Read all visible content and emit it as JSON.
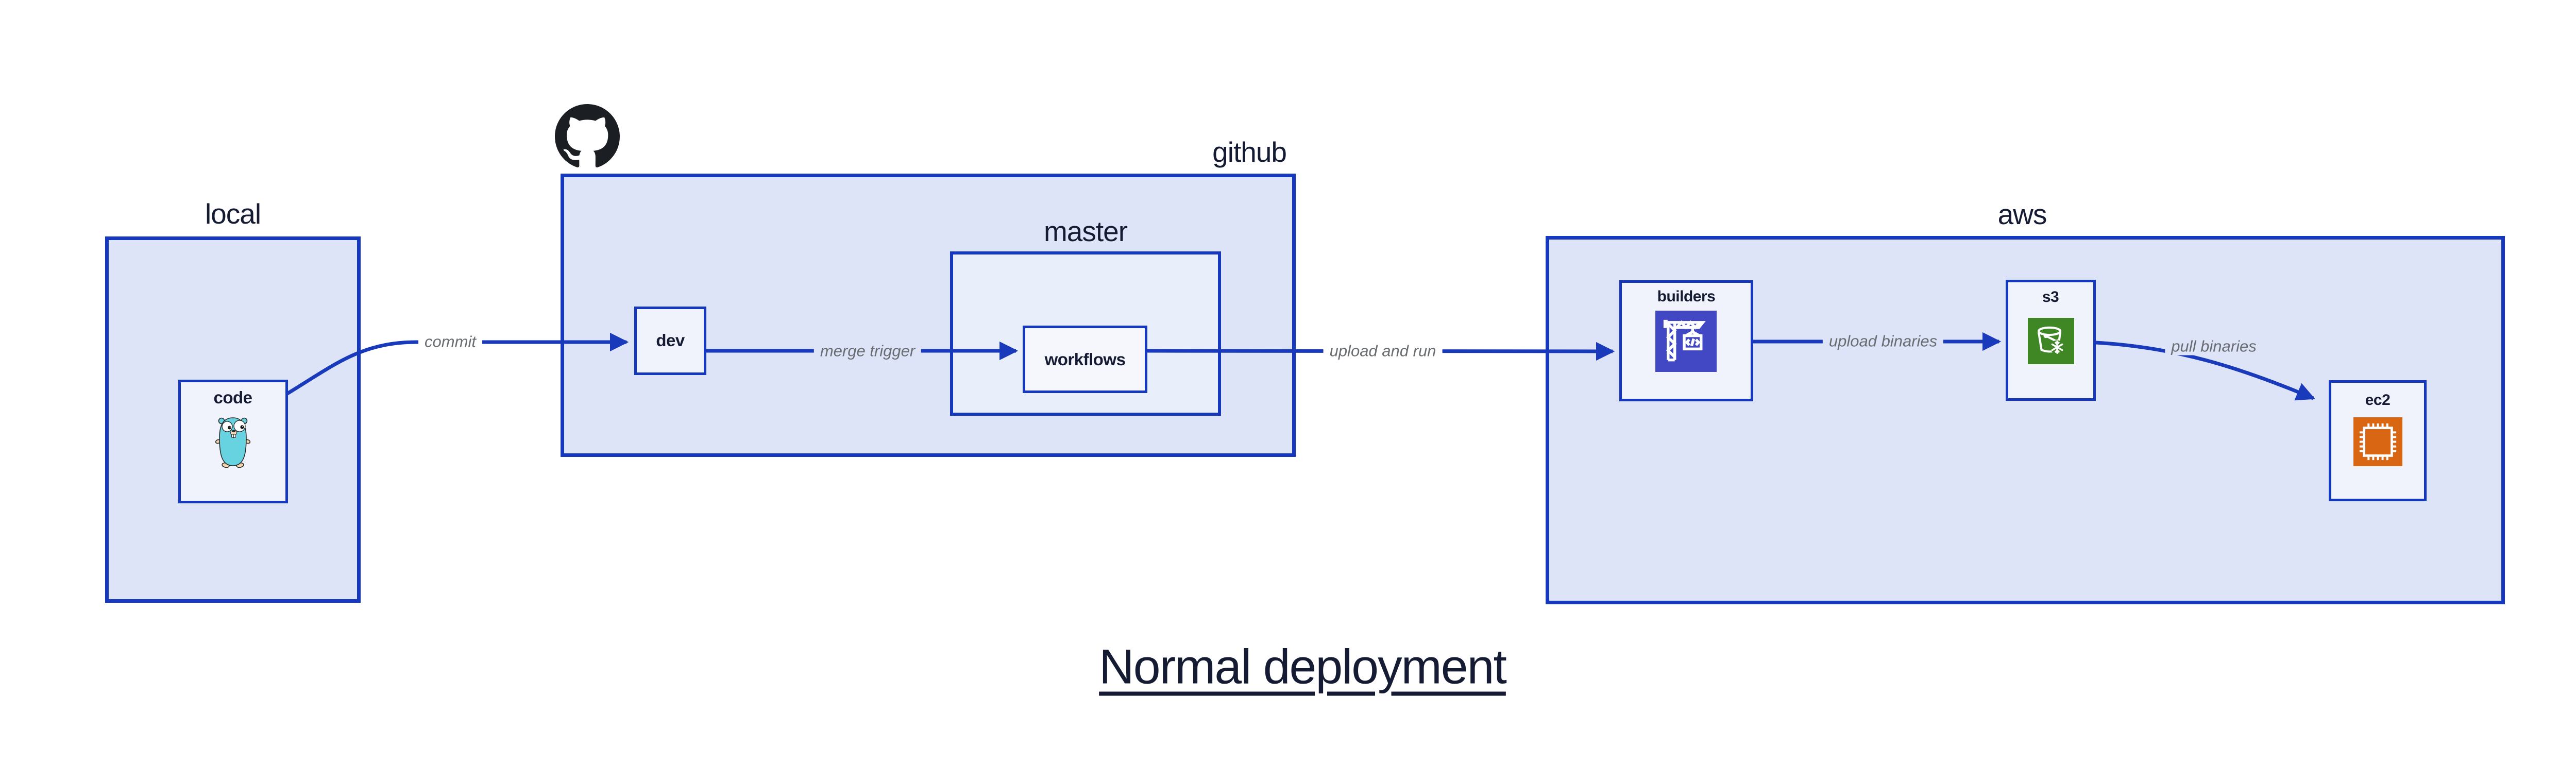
{
  "title": {
    "text": "Normal deployment"
  },
  "groups": {
    "local": {
      "label": "local"
    },
    "github": {
      "label": "github"
    },
    "master": {
      "label": "master"
    },
    "aws": {
      "label": "aws"
    }
  },
  "nodes": {
    "code": {
      "label": "code"
    },
    "dev": {
      "label": "dev"
    },
    "workflows": {
      "label": "workflows"
    },
    "builders": {
      "label": "builders"
    },
    "s3": {
      "label": "s3"
    },
    "ec2": {
      "label": "ec2"
    }
  },
  "arrows": {
    "commit": {
      "label": "commit"
    },
    "merge_trigger": {
      "label": "merge trigger"
    },
    "upload_and_run": {
      "label": "upload and run"
    },
    "upload_binaries": {
      "label": "upload binaries"
    },
    "pull_binaries": {
      "label": "pull binaries"
    }
  },
  "icons": {
    "github": "github-octocat-icon",
    "code": "go-gopher-icon",
    "builders": "codebuild-crane-icon",
    "s3": "s3-bucket-snowflake-icon",
    "ec2": "ec2-chip-icon"
  },
  "colors": {
    "border_blue": "#1538bd",
    "arrow_blue": "#1a3abc",
    "group_fill": "#dee4f8",
    "mid_fill": "#e9eefb",
    "node_fill": "#f0f3fc",
    "text_navy": "#151b33",
    "label_gray": "#696c70",
    "codebuild_indigo": "#4247c4",
    "s3_green": "#3f8624",
    "ec2_orange": "#d86613",
    "octocat_black": "#1b1f23",
    "gopher_teal": "#67d3e0"
  }
}
